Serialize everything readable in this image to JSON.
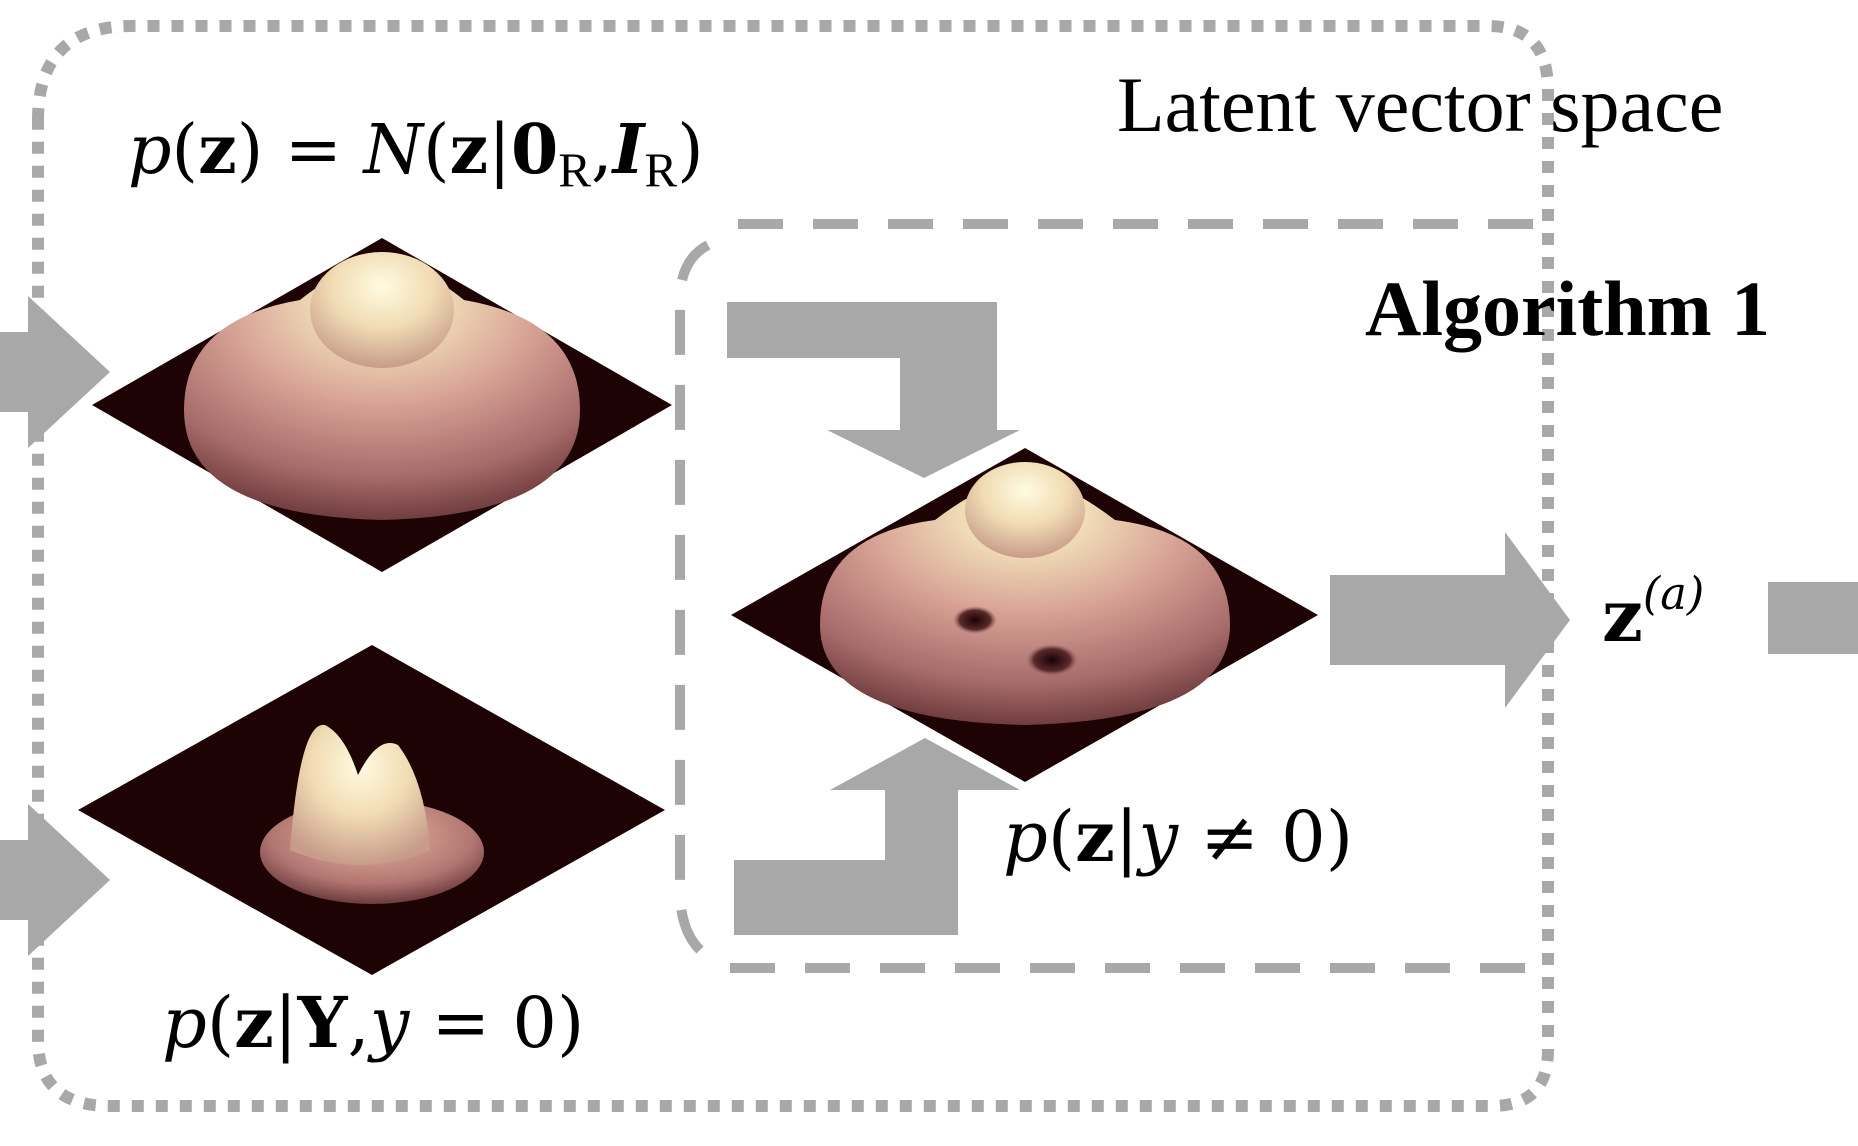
{
  "labels": {
    "region_title": "Latent vector space",
    "algorithm_title": "Algorithm 1",
    "prior": {
      "p": "p",
      "open": "(",
      "z": "z",
      "close_eq": ") = ",
      "N": "N",
      "open2": "(",
      "z2": "z",
      "bar": "|",
      "zero": "0",
      "R1": "R",
      "comma": ",",
      "I": "I",
      "R2": "R",
      "close2": ")"
    },
    "conditional_normal": {
      "p": "p",
      "open": "(",
      "z": "z",
      "bar": "|",
      "Y": "Y",
      "comma": ",",
      "y": "y",
      "rest": " = 0)"
    },
    "conditional_anomaly": {
      "p": "p",
      "open": "(",
      "z": "z",
      "bar": "|",
      "y": "y",
      "rest": " ≠ 0)"
    },
    "output_vector": {
      "z": "z",
      "sup": "(a)"
    }
  },
  "colors": {
    "arrow": "#a8a8a8",
    "border": "#a8a8a8",
    "plane": "#1e0305",
    "peak_light": "#fffbe0",
    "peak_mid": "#d49a8c",
    "peak_dark": "#5a2a2c"
  }
}
